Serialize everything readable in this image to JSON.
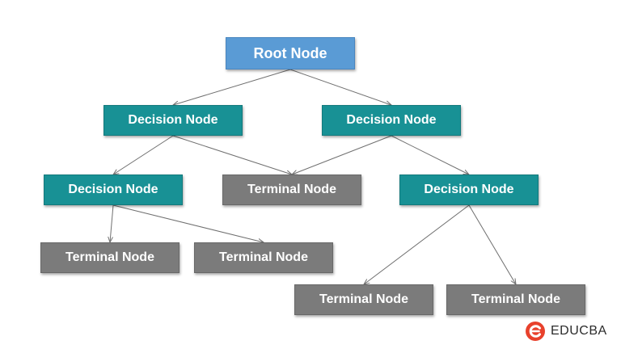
{
  "diagram": {
    "nodes": {
      "root": "Root Node",
      "decision_1": "Decision Node",
      "decision_2": "Decision Node",
      "decision_3": "Decision Node",
      "terminal_1": "Terminal Node",
      "decision_4": "Decision Node",
      "terminal_2": "Terminal Node",
      "terminal_3": "Terminal Node",
      "terminal_4": "Terminal Node",
      "terminal_5": "Terminal Node"
    },
    "edges": [
      [
        "root",
        "decision_1"
      ],
      [
        "root",
        "decision_2"
      ],
      [
        "decision_1",
        "decision_3"
      ],
      [
        "decision_1",
        "terminal_1"
      ],
      [
        "decision_2",
        "terminal_1"
      ],
      [
        "decision_2",
        "decision_4"
      ],
      [
        "decision_3",
        "terminal_2"
      ],
      [
        "decision_3",
        "terminal_3"
      ],
      [
        "decision_4",
        "terminal_4"
      ],
      [
        "decision_4",
        "terminal_5"
      ]
    ],
    "colors": {
      "root": "#5a9bd5",
      "decision": "#189195",
      "terminal": "#7b7b7b",
      "edge": "#6f6f6f"
    }
  },
  "brand": {
    "name": "EDUCBA",
    "icon": "educba-logo-icon",
    "color": "#e8412c"
  }
}
